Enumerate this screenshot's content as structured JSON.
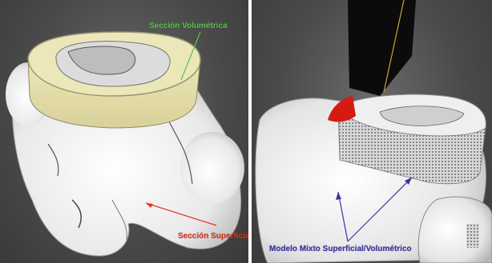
{
  "labels": {
    "volumetric": "Sección Volumétrica",
    "surface": "Sección Superficial",
    "mixed": "Modelo Mixto Superficial/Volumétrico"
  },
  "colors": {
    "volumetric": "#5cc24a",
    "surface": "#e8311c",
    "mixed": "#3a34a8"
  }
}
